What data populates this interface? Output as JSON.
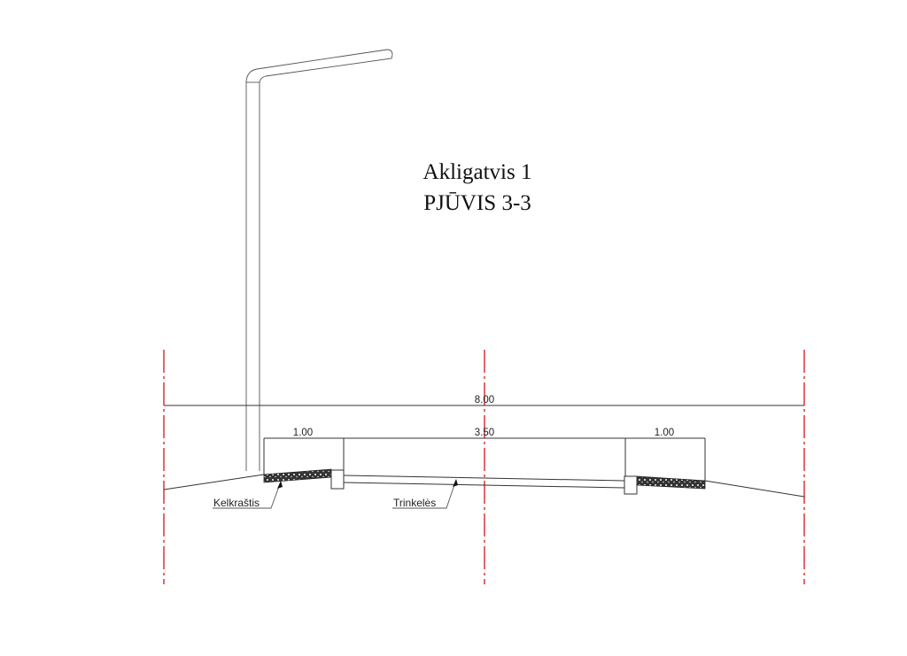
{
  "drawing": {
    "title_line1": "Akligatvis 1",
    "title_line2": "PJŪVIS 3-3",
    "colors": {
      "axis": "#d8252a",
      "line": "#333333",
      "hatch": "#222222"
    }
  },
  "dimensions": {
    "total_width": "8.00",
    "left_shoulder": "1.00",
    "carriageway": "3.50",
    "right_shoulder": "1.00"
  },
  "labels": {
    "left_shoulder": "Kelkraštis",
    "pavement": "Trinkelės"
  },
  "elements": {
    "street_light": "street-light-pole",
    "axes": [
      "left-boundary-axis",
      "center-axis",
      "right-boundary-axis"
    ],
    "curbs": [
      "left-curb",
      "right-curb"
    ]
  }
}
